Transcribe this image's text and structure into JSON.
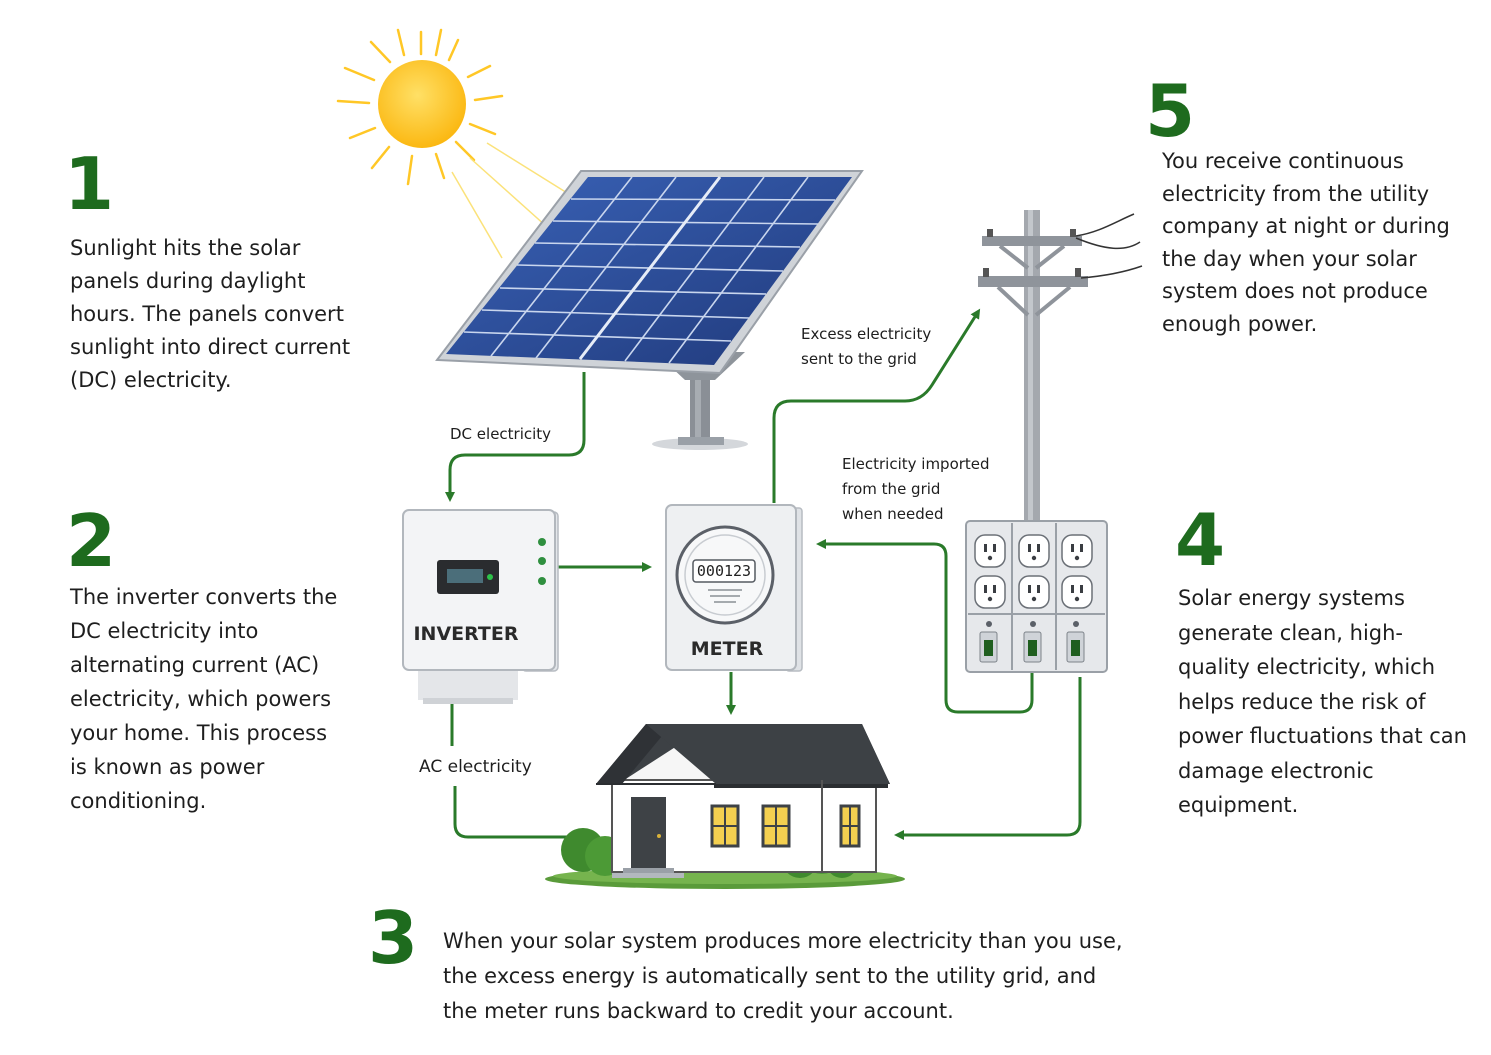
{
  "steps": [
    {
      "number": "1",
      "text": "Sunlight hits the solar panels during daylight hours. The panels convert sunlight into direct current (DC) electricity."
    },
    {
      "number": "2",
      "text": "The inverter converts the DC electricity into alternating current (AC) electricity, which powers your home. This process is known as power conditioning."
    },
    {
      "number": "3",
      "text": "When your solar system produces more electricity than you use, the excess energy is automatically sent to the utility grid, and the meter runs backward to credit your account."
    },
    {
      "number": "4",
      "text": "Solar energy systems generate clean, high-quality electricity, which helps reduce the risk of power fluctuations that can damage electronic equipment."
    },
    {
      "number": "5",
      "text": "You receive continuous electricity from the utility company at night or during the day when your solar system does not produce enough power."
    }
  ],
  "flows": {
    "dc": "DC electricity",
    "ac": "AC  electricity",
    "excess": [
      "Excess electricity",
      "sent to the grid"
    ],
    "imported": [
      "Electricity imported",
      "from the grid",
      "when needed"
    ]
  },
  "devices": {
    "inverter": "INVERTER",
    "meter": "METER",
    "meter_reading": "000123"
  },
  "colors": {
    "accent_green": "#1e6b1e",
    "flow_green": "#2a7a2a",
    "sun_yellow": "#ffc726",
    "panel_blue": "#2c4d9a"
  },
  "icons": [
    "sun-icon",
    "solar-panel-icon",
    "utility-pole-icon",
    "inverter-icon",
    "meter-icon",
    "breaker-panel-icon",
    "house-icon"
  ]
}
